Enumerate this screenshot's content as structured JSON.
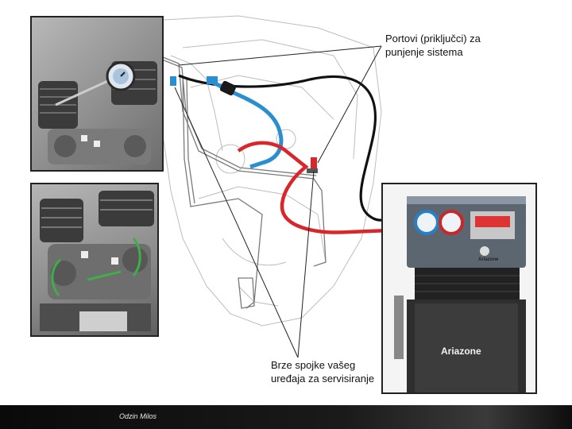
{
  "labels": {
    "ports": "Portovi (priključci) za punjenje sistema",
    "couplers": "Brze spojke vašeg uređaja za servisiranje"
  },
  "machine": {
    "brand": "Ariazone",
    "panel_brand": "Ariazone"
  },
  "footer": {
    "author": "Odzin Milos"
  },
  "colors": {
    "footer_bg": "#111111",
    "hose_blue": "#2a8fd0",
    "hose_red": "#d8262a",
    "hose_black": "#111111"
  }
}
